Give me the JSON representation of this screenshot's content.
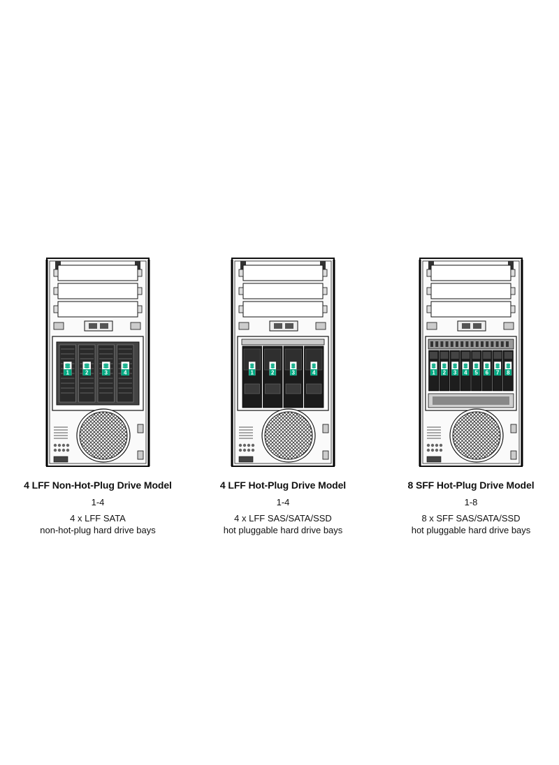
{
  "accent_color": "#00a982",
  "models": [
    {
      "title": "4 LFF Non-Hot-Plug Drive Model",
      "bay_range": "1-4",
      "description": "4 x LFF SATA",
      "description_line2": "non-hot-plug hard drive bays",
      "drive_type": "lff-non-hot-plug",
      "bay_labels": [
        "1",
        "2",
        "3",
        "4"
      ]
    },
    {
      "title": "4 LFF Hot-Plug Drive Model",
      "bay_range": "1-4",
      "description": "4 x LFF SAS/SATA/SSD",
      "description_line2": "hot pluggable hard drive bays",
      "drive_type": "lff-hot-plug",
      "bay_labels": [
        "1",
        "2",
        "3",
        "4"
      ]
    },
    {
      "title": "8 SFF Hot-Plug Drive Model",
      "bay_range": "1-8",
      "description": "8 x SFF SAS/SATA/SSD",
      "description_line2": "hot pluggable hard drive bays",
      "drive_type": "sff-hot-plug",
      "bay_labels": [
        "1",
        "2",
        "3",
        "4",
        "5",
        "6",
        "7",
        "8"
      ]
    }
  ]
}
